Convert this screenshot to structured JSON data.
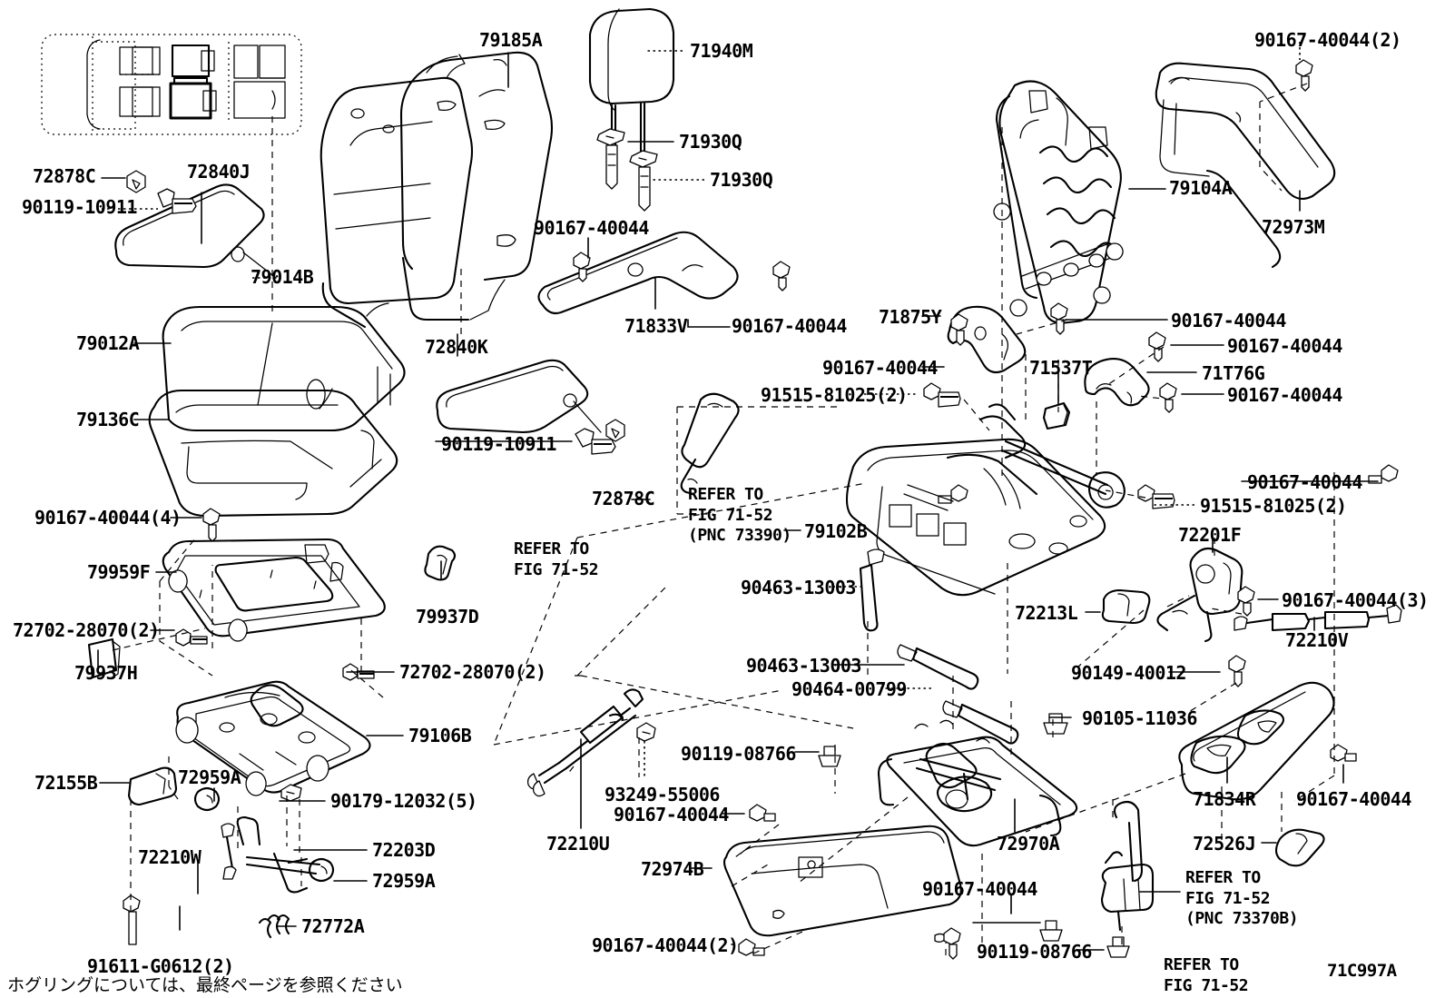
{
  "diagram": {
    "code": "71C997A",
    "footer_note_jp": "ホグリングについては、最終ページを参照ください",
    "seating_key": "vehicle-seating-plan"
  },
  "refer_notes": {
    "n1": "REFER TO\nFIG 71-52\n(PNC 73390)",
    "n2": "REFER TO\nFIG 71-52",
    "n3": "REFER TO\nFIG 71-52\n(PNC 73370B)",
    "n4": "REFER TO\nFIG 71-52"
  },
  "labels": {
    "l01": "72878C",
    "l02": "90119-10911",
    "l03": "72840J",
    "l04": "79014B",
    "l05": "79185A",
    "l06": "71940M",
    "l07": "71930Q",
    "l08": "71930Q",
    "l09": "90167-40044",
    "l10": "90167-40044",
    "l11": "71833V",
    "l12": "72840K",
    "l13": "90119-10911",
    "l14": "72878C",
    "l15": "79012A",
    "l16": "79136C",
    "l17": "90167-40044(4)",
    "l18": "79959F",
    "l19": "79937D",
    "l20": "72702-28070(2)",
    "l21": "79937H",
    "l22": "72702-28070(2)",
    "l23": "79106B",
    "l24": "72155B",
    "l25": "72959A",
    "l26": "90179-12032(5)",
    "l27": "72203D",
    "l28": "72959A",
    "l29": "72210W",
    "l30": "72772A",
    "l31": "91611-G0612(2)",
    "l32": "90167-40044(2)",
    "l33": "79104A",
    "l34": "72973M",
    "l35": "71875Y",
    "l36": "90167-40044",
    "l37": "90167-40044",
    "l38": "90167-40044",
    "l39": "71537T",
    "l40": "71T76G",
    "l41": "90167-40044",
    "l42": "91515-81025(2)",
    "l43": "79102B",
    "l44": "90463-13003",
    "l45": "90463-13003",
    "l46": "90464-00799",
    "l47": "90167-40044",
    "l48": "91515-81025(2)",
    "l49": "72201F",
    "l50": "72213L",
    "l51": "90167-40044(3)",
    "l52": "72210V",
    "l53": "90149-40012",
    "l54": "90105-11036",
    "l55": "71834R",
    "l56": "90167-40044",
    "l57": "72526J",
    "l58": "72210U",
    "l59": "93249-55006",
    "l60": "90167-40044",
    "l61": "90119-08766",
    "l62": "72974B",
    "l63": "72970A",
    "l64": "90167-40044(2)",
    "l65": "90167-40044",
    "l66": "90119-08766"
  }
}
